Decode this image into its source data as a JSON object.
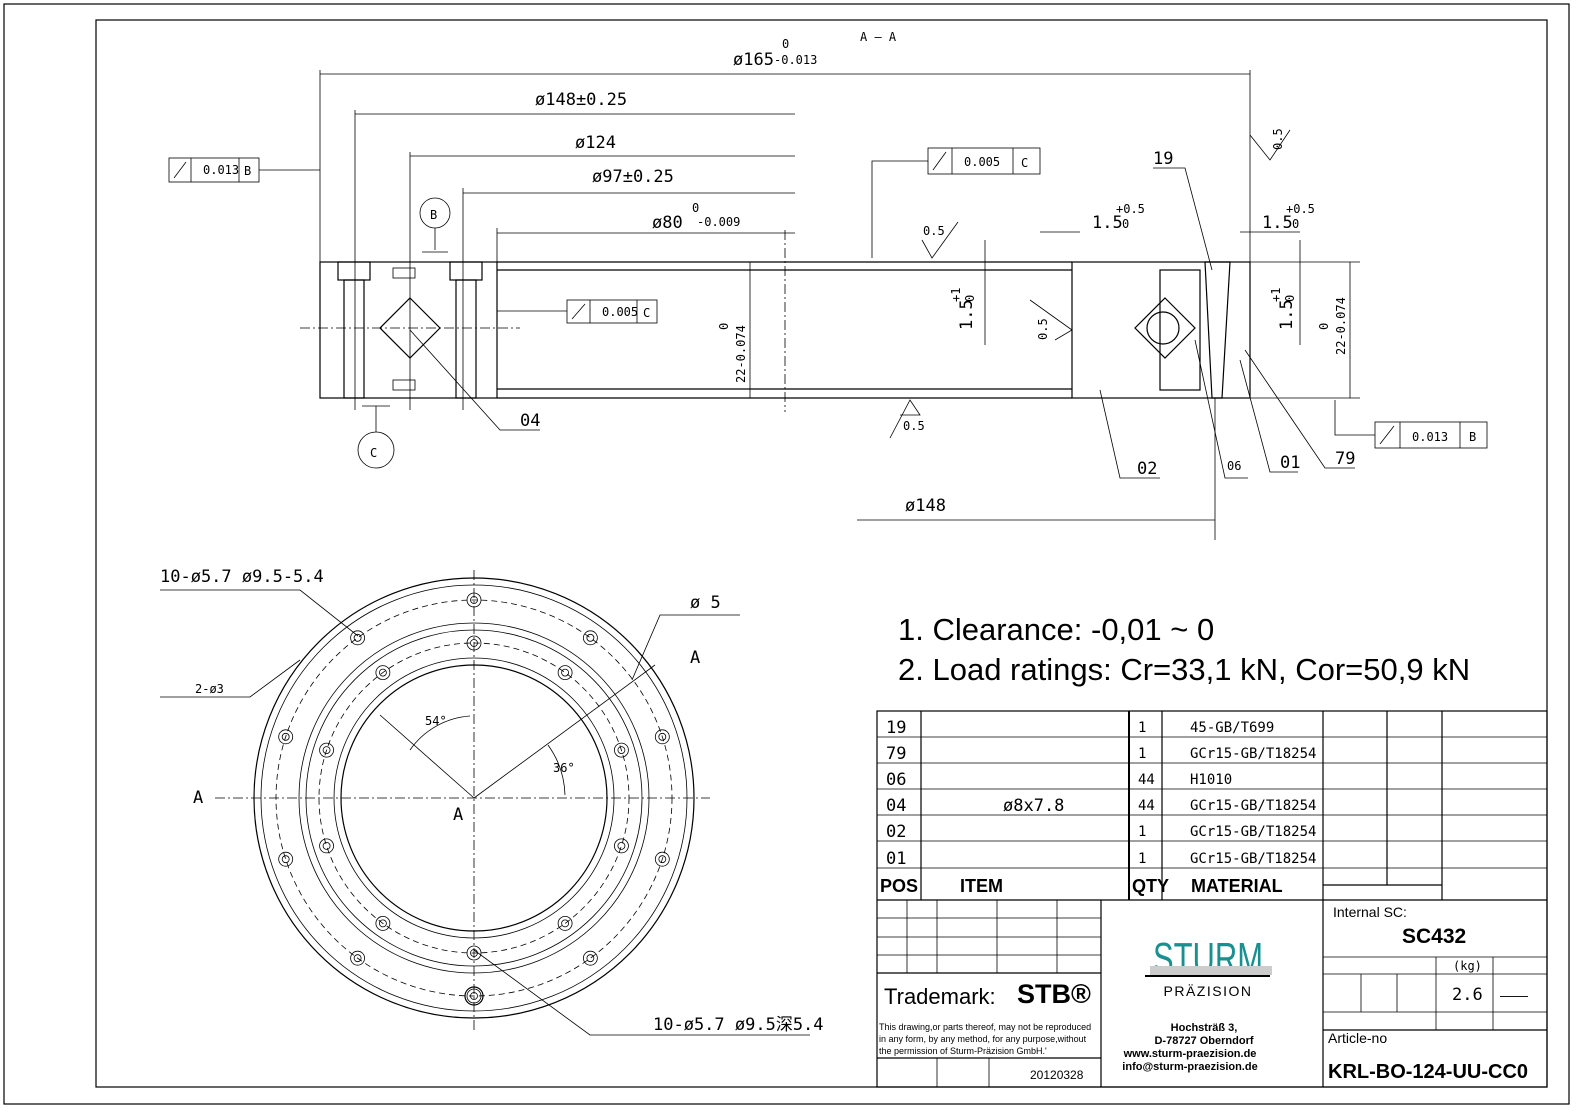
{
  "section": {
    "title": "A — A",
    "dims": {
      "d165": "ø165",
      "d165_tol_up": "0",
      "d165_tol_lo": "-0.013",
      "d148_tol": "ø148±0.25",
      "d124": "ø124",
      "d97": "ø97±0.25",
      "d80": "ø80",
      "d80_tol_up": "0",
      "d80_tol_lo": "-0.009",
      "h22_left": "22-0.074",
      "h22_left_up": "0",
      "h22_right": "22-0.074",
      "h22_right_up": "0",
      "d148": "ø148",
      "c15_a": "1.5",
      "c15_a_tol": "+0.5",
      "c15_a_tol0": "0",
      "c15_b": "1.5",
      "c15_b_tol": "+0.5",
      "c15_b_tol0": "0",
      "v15_left": "1.5",
      "v15_left_tol": "+1",
      "v15_left_tol0": "0",
      "v15_right": "1.5",
      "v15_right_tol": "+1",
      "v15_right_tol0": "0",
      "rough_top": "0.5",
      "rough_mid": "0.5",
      "rough_bot": "0.5",
      "rough_right": "0.5"
    },
    "tolerance_frames": [
      {
        "value": "0.013",
        "datum": "B"
      },
      {
        "value": "0.005",
        "datum": "C"
      },
      {
        "value": "0.005",
        "datum": "C"
      },
      {
        "value": "0.013",
        "datum": "B"
      }
    ],
    "datums": [
      "B",
      "C"
    ],
    "callouts": [
      "19",
      "04",
      "02",
      "06",
      "01",
      "79"
    ]
  },
  "plan_view": {
    "holes_outer": "10-ø5.7    ø9.5-5.4",
    "holes_inner": "10-ø5.7    ø9.5深5.4",
    "pin_holes": "2-ø3",
    "d5": "ø 5",
    "angle_54": "54°",
    "angle_36": "36°",
    "section_a": "A",
    "section_a2": "A",
    "center_a": "A"
  },
  "notes": [
    "1.   Clearance: -0,01 ~ 0",
    "2.   Load ratings: Cr=33,1 kN, Cor=50,9 kN"
  ],
  "parts_table": {
    "headers": {
      "pos": "POS",
      "item": "ITEM",
      "qty": "QTY",
      "material": "MATERIAL"
    },
    "rows": [
      {
        "pos": "19",
        "item": "",
        "qty": "1",
        "material": "45-GB/T699"
      },
      {
        "pos": "79",
        "item": "",
        "qty": "1",
        "material": "GCr15-GB/T18254"
      },
      {
        "pos": "06",
        "item": "",
        "qty": "44",
        "material": "H1010"
      },
      {
        "pos": "04",
        "item": "ø8x7.8",
        "qty": "44",
        "material": "GCr15-GB/T18254"
      },
      {
        "pos": "02",
        "item": "",
        "qty": "1",
        "material": "GCr15-GB/T18254"
      },
      {
        "pos": "01",
        "item": "",
        "qty": "1",
        "material": "GCr15-GB/T18254"
      }
    ]
  },
  "title_block": {
    "trademark_label": "Trademark:",
    "trademark": "STB®",
    "copyright": [
      "This drawing,or parts thereof, may not be reproduced",
      "in any form, by any method, for any purpose,without",
      "the permission of Sturm-Präzision GmbH.'"
    ],
    "date": "20120328",
    "logo_name": "STURM",
    "logo_sub": "PRÄZISION",
    "address": [
      "Hochsträß 3,",
      "D-78727 Oberndorf",
      "www.sturm-praezision.de",
      "info@sturm-praezision.de"
    ],
    "internal_sc_label": "Internal SC:",
    "internal_sc": "SC432",
    "weight_unit": "(kg)",
    "weight": "2.6",
    "weight_dash": "——",
    "article_label": "Article-no",
    "article_no": "KRL-BO-124-UU-CC0"
  },
  "colors": {
    "logo": "#1a8f8f",
    "line": "#000000"
  }
}
